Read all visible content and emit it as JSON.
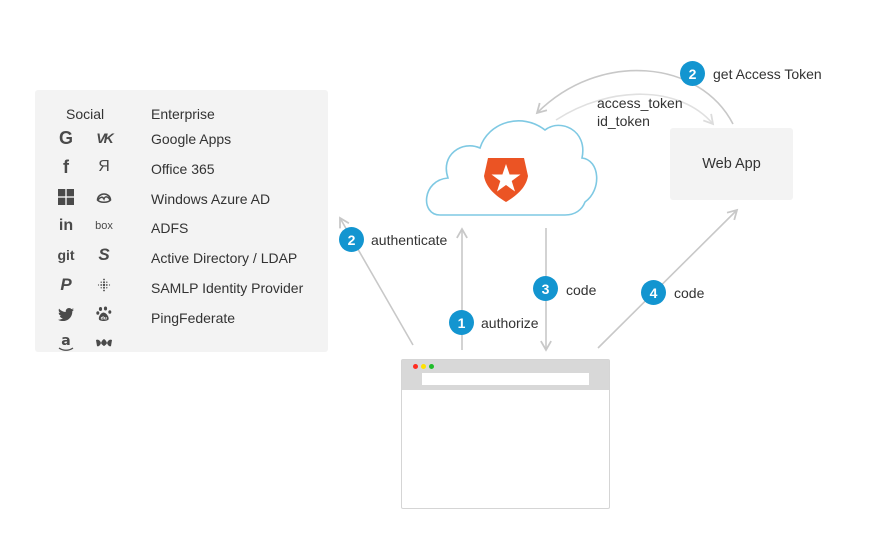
{
  "providers_panel": {
    "social_header": "Social",
    "enterprise_header": "Enterprise",
    "social_icons": [
      {
        "name": "google-icon",
        "glyph": "G"
      },
      {
        "name": "vk-icon",
        "glyph": "VK"
      },
      {
        "name": "facebook-icon",
        "glyph": "f"
      },
      {
        "name": "yandex-icon",
        "glyph": "Я"
      },
      {
        "name": "windows-live-icon",
        "glyph": ""
      },
      {
        "name": "basecamp-icon",
        "glyph": ""
      },
      {
        "name": "linkedin-icon",
        "glyph": "in"
      },
      {
        "name": "box-icon",
        "glyph": "box"
      },
      {
        "name": "github-icon",
        "glyph": "git"
      },
      {
        "name": "shopify-icon",
        "glyph": "S"
      },
      {
        "name": "paypal-icon",
        "glyph": "P"
      },
      {
        "name": "fitbit-icon",
        "glyph": ""
      },
      {
        "name": "twitter-icon",
        "glyph": ""
      },
      {
        "name": "baidu-icon",
        "glyph": ""
      },
      {
        "name": "amazon-icon",
        "glyph": "a"
      },
      {
        "name": "renren-icon",
        "glyph": ""
      }
    ],
    "enterprise_items": [
      "Google Apps",
      "Office 365",
      "Windows Azure AD",
      "ADFS",
      "Active Directory / LDAP",
      "SAMLP Identity Provider",
      "PingFederate"
    ]
  },
  "auth0_cloud": {
    "logo": "auth0-shield-icon",
    "brand_color": "#eb5424",
    "outline_color": "#7fc9e3"
  },
  "web_app": {
    "label": "Web App"
  },
  "browser": {
    "dots": [
      "#ff2d20",
      "#ffe100",
      "#1fbd2a"
    ]
  },
  "steps": [
    {
      "number": "1",
      "label": "authorize"
    },
    {
      "number": "2",
      "label": "authenticate"
    },
    {
      "number": "3",
      "label": "code"
    },
    {
      "number": "4",
      "label": "code"
    },
    {
      "number": "2",
      "label": "get Access Token"
    }
  ],
  "token_response": {
    "line1": "access_token",
    "line2": "id_token"
  },
  "colors": {
    "badge": "#1395d0",
    "arrow": "#c8c8c8",
    "arrow_light": "#e0e0e0"
  }
}
